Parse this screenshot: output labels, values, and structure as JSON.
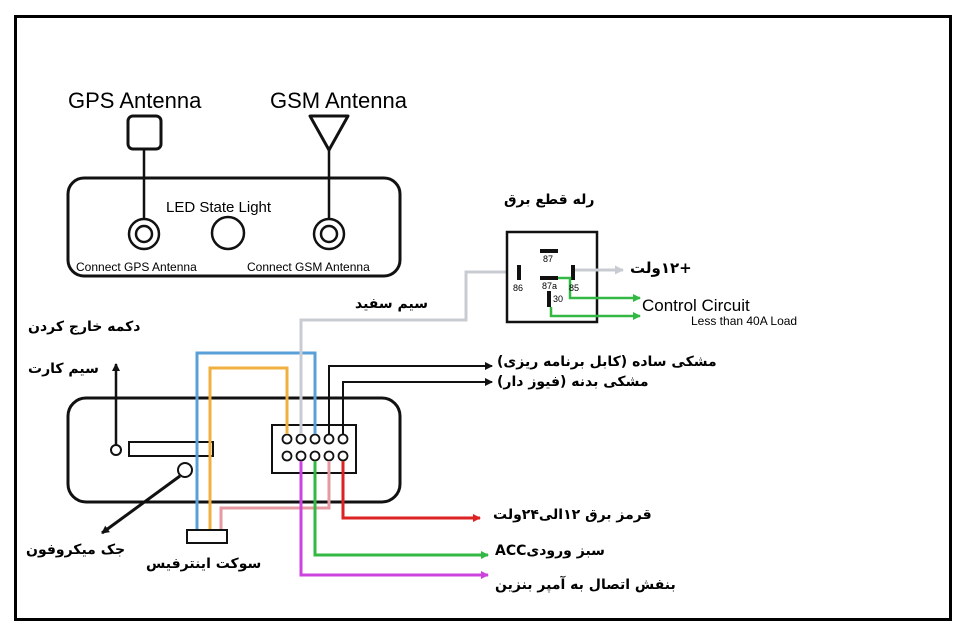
{
  "tracker": {
    "gps_antenna_label": "GPS Antenna",
    "gsm_antenna_label": "GSM Antenna",
    "led_label": "LED State Light",
    "connect_gps_label": "Connect GPS Antenna",
    "connect_gsm_label": "Connect GSM Antenna"
  },
  "relay": {
    "title": "رله قطع برق",
    "pins": [
      "87",
      "87a",
      "86",
      "85",
      "30"
    ],
    "plus12_label": "+۱۲ولت",
    "control_circuit_label": "Control Circuit",
    "load_label": "Less than 40A Load"
  },
  "wires": {
    "white": "سیم سفید",
    "black_simple": "مشکی ساده (کابل برنامه ریزی)",
    "black_body": "مشکی بدنه (فیوز دار)",
    "red": "قرمز برق ۱۲الی۲۴ولت",
    "green": "سبز ورودیACC",
    "violet": "بنفش اتصال به آمپر بنزین"
  },
  "side": {
    "eject_button": "دکمه خارج کردن",
    "sim_card": "سیم کارت",
    "mic_jack": "جک میکروفون",
    "interface_socket": "سوکت اینترفیس"
  },
  "colors": {
    "blue": "#5aa0d8",
    "orange": "#f0b040",
    "white_wire": "#c8ccd2",
    "pink": "#e49aa0",
    "violet": "#cc44dd",
    "green": "#33b844",
    "red": "#dd2222",
    "black": "#111111"
  }
}
